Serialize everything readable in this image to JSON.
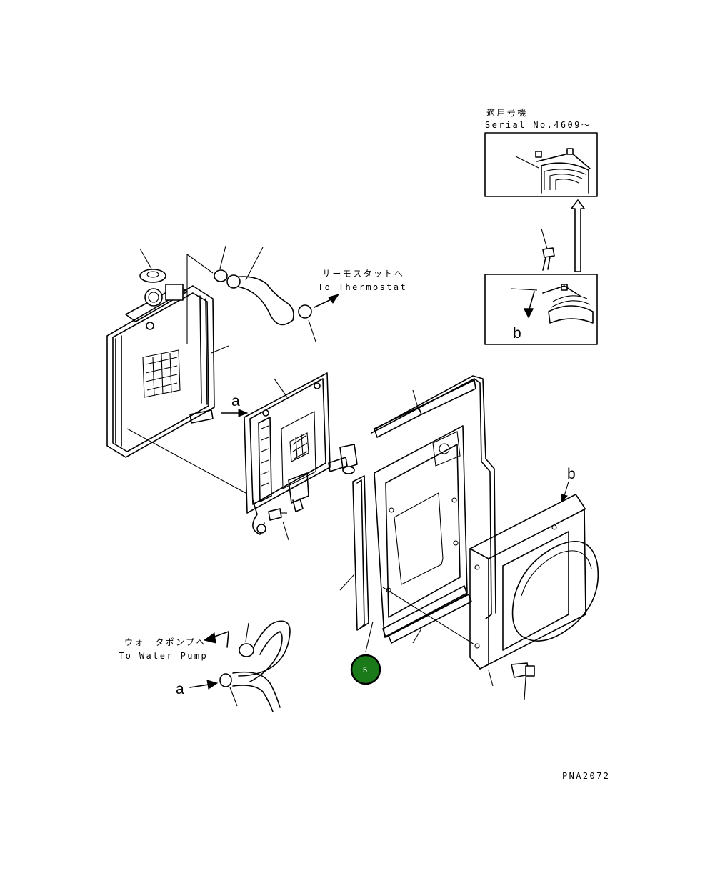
{
  "serial_box": {
    "title_jp": "適用号機",
    "serial_label": "Serial No.4609～"
  },
  "annotations": {
    "thermostat_jp": "サーモスタットへ",
    "thermostat_en": "To Thermostat",
    "water_pump_jp": "ウォータポンプへ",
    "water_pump_en": "To Water Pump",
    "letter_a": "a",
    "letter_b": "b"
  },
  "callout": {
    "number": "5",
    "color": "#1a7a1a",
    "border": "#000000"
  },
  "drawing_code": "PNA2072"
}
